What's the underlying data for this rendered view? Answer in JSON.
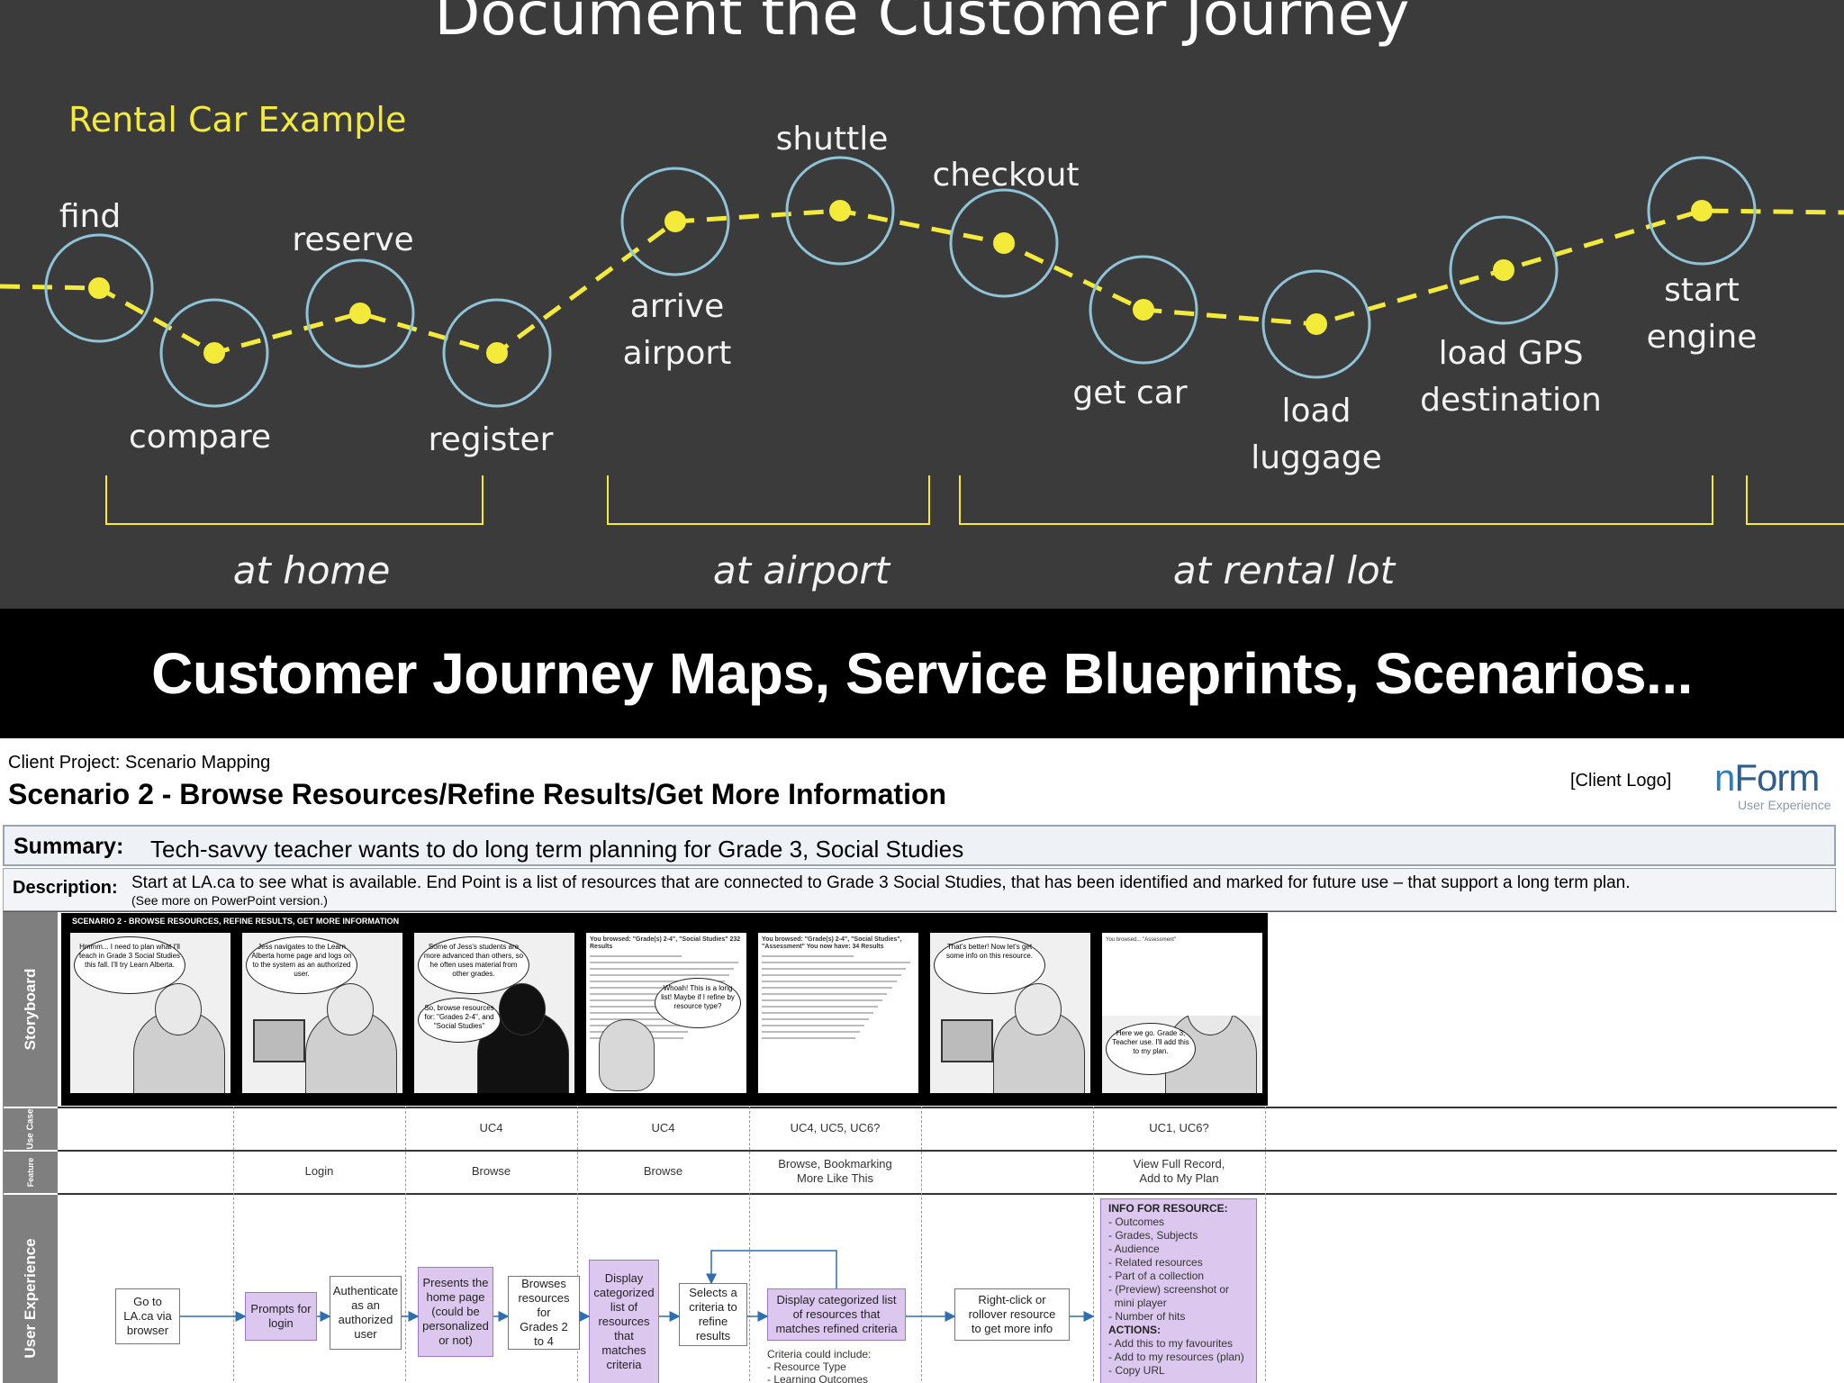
{
  "slide": {
    "title": "Document the Customer Journey",
    "subtitle": "Rental Car Example",
    "stages": [
      {
        "lines": [
          "find"
        ]
      },
      {
        "lines": [
          "compare"
        ]
      },
      {
        "lines": [
          "reserve"
        ]
      },
      {
        "lines": [
          "register"
        ]
      },
      {
        "lines": [
          "arrive",
          "airport"
        ]
      },
      {
        "lines": [
          "shuttle"
        ]
      },
      {
        "lines": [
          "checkout"
        ]
      },
      {
        "lines": [
          "get car"
        ]
      },
      {
        "lines": [
          "load",
          "luggage"
        ]
      },
      {
        "lines": [
          "load GPS",
          "destination"
        ]
      },
      {
        "lines": [
          "start",
          "engine"
        ]
      }
    ],
    "phases": [
      "at home",
      "at airport",
      "at rental lot"
    ],
    "colors": {
      "background": "#3b3b3b",
      "path": "#f3ea3a",
      "circle": "#8fc3d6",
      "accent": "#f3ea3a"
    }
  },
  "banner": {
    "text": "Customer Journey Maps, Service Blueprints, Scenarios..."
  },
  "doc": {
    "project": "Client Project: Scenario Mapping",
    "title": "Scenario 2 - Browse Resources/Refine Results/Get More Information",
    "client_logo": "[Client Logo]",
    "brand": {
      "prefix": "n",
      "name": "Form",
      "tagline": "User Experience"
    },
    "summary": {
      "label": "Summary:",
      "text": "Tech-savvy teacher wants to do long term planning for Grade 3, Social Studies"
    },
    "description": {
      "label": "Description:",
      "text": "Start at LA.ca to see what is available. End Point is a list of resources that are connected to Grade 3 Social Studies, that has been identified and marked for future use – that support a long term plan.",
      "note": "(See more on PowerPoint version.)"
    },
    "rows": {
      "storyboard": "Storyboard",
      "use_case": "Use Case",
      "feature": "Feature",
      "ux": "User Experience"
    },
    "storyboard_header": "SCENARIO 2 - BROWSE RESOURCES, REFINE RESULTS, GET MORE INFORMATION",
    "panels": [
      {
        "caption": "Hmmm... I need to plan what I'll teach in Grade 3 Social Studies this fall. I'll try Learn Alberta."
      },
      {
        "caption": "Jess navigates to the Learn Alberta home page and logs on to the system as an authorized user."
      },
      {
        "caption": "Some of Jess's students are more advanced than others, so he often uses material from other grades.",
        "caption2": "So, browse resources for: \"Grades 2-4\", and \"Social Studies\""
      },
      {
        "caption": "You browsed: \"Grade(s) 2-4\", \"Social Studies\" 232 Results",
        "caption2": "Whoah! This is a long list! Maybe if I refine by resource type?"
      },
      {
        "caption": "You browsed: \"Grade(s) 2-4\", \"Social Studies\", \"Assessment\" You now have: 34 Results"
      },
      {
        "caption": "That's better! Now let's get some info on this resource."
      },
      {
        "caption": "You browsed... \"Assessment\"",
        "caption2": "Here we go. Grade 3, Teacher use. I'll add this to my plan."
      }
    ],
    "use_cases": [
      "",
      "",
      "UC4",
      "UC4",
      "UC4, UC5, UC6?",
      "",
      "UC1, UC6?"
    ],
    "features": [
      "",
      "Login",
      "Browse",
      "Browse",
      "Browse, Bookmarking\nMore Like This",
      "",
      "View Full Record,\nAdd to My Plan"
    ],
    "flow": [
      {
        "text": "Go to\nLA.ca via\nbrowser",
        "hl": false
      },
      {
        "text": "Prompts for\nlogin",
        "hl": true
      },
      {
        "text": "Authenticate\nas an\nauthorized\nuser",
        "hl": false
      },
      {
        "text": "Presents the\nhome page\n(could be\npersonalized\nor not)",
        "hl": true
      },
      {
        "text": "Browses\nresources\nfor\nGrades 2\nto 4",
        "hl": false
      },
      {
        "text": "Display\ncategorized\nlist of\nresources\nthat\nmatches\ncriteria",
        "hl": true
      },
      {
        "text": "Selects a\ncriteria to\nrefine\nresults",
        "hl": false
      },
      {
        "text": "Display categorized list\nof resources that\nmatches refined criteria",
        "hl": true
      },
      {
        "text": "Right-click or\nrollover resource\nto get more info",
        "hl": false
      }
    ],
    "criteria_note": "Criteria could include:\n- Resource Type\n- Learning Outcomes",
    "info_box": {
      "title": "INFO FOR RESOURCE:",
      "items": [
        "- Outcomes",
        "- Grades, Subjects",
        "- Audience",
        "- Related resources",
        "- Part of a collection",
        "- (Preview) screenshot or",
        "  mini player",
        "- Number of hits"
      ],
      "actions_title": "ACTIONS:",
      "actions": [
        "- Add this to my favourites",
        "- Add to my resources (plan)",
        "- Copy URL"
      ]
    }
  }
}
